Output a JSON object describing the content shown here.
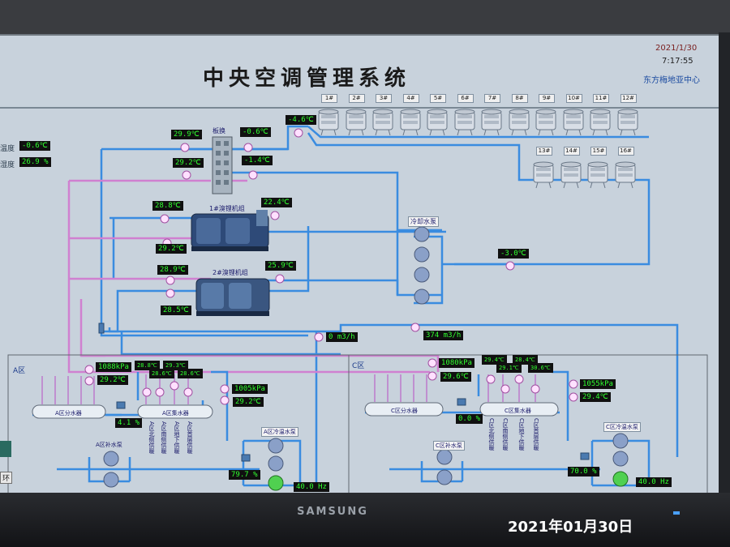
{
  "header": {
    "title": "中央空调管理系统",
    "date": "2021/1/30",
    "time": "7:17:55",
    "org": "东方梅地亚中心"
  },
  "side": {
    "temp_label": "温度",
    "temp_value": "-0.6℃",
    "humidity_label": "湿度",
    "humidity_value": "26.9 %"
  },
  "towers": {
    "row1": [
      "1#",
      "2#",
      "3#",
      "4#",
      "5#",
      "6#",
      "7#",
      "8#",
      "9#",
      "10#",
      "11#",
      "12#"
    ],
    "row2": [
      "13#",
      "14#",
      "15#",
      "16#"
    ]
  },
  "plant": {
    "tower_supply_temp": "-4.6℃",
    "exchanger_label": "板换",
    "hx_in_left": "29.9℃",
    "hx_in_right": "-0.6℃",
    "hx_out_left": "29.2℃",
    "hx_out_right": "-1.4℃",
    "chiller1_label": "1#溴锂机组",
    "chiller1_left": "28.8℃",
    "chiller1_right": "22.4℃",
    "chiller1_bottom": "29.2℃",
    "chiller2_label": "2#溴锂机组",
    "chiller2_left": "28.9℃",
    "chiller2_right": "25.9℃",
    "chiller2_bottom": "28.5℃",
    "cooling_pump_label": "冷却水泵",
    "cooling_return_temp": "-3.0℃",
    "flow_a": "0 m3/h",
    "flow_c": "374 m3/h"
  },
  "zone_a": {
    "label": "A区",
    "pressure_left": "1088kPa",
    "temp_left": "29.2℃",
    "sup_temps": [
      "28.8℃",
      "28.6℃",
      "29.3℃",
      "28.6℃"
    ],
    "pressure_right": "1005kPa",
    "temp_right": "29.2℃",
    "collector_label": "A区分水器",
    "distributor_label": "A区集水器",
    "valve_pct": "4.1 %",
    "makeup_label": "A区补水泵",
    "hot_pump_label": "A区冷温水泵",
    "bypass_pct": "79.7 %",
    "freq": "40.0 Hz",
    "branches": [
      "A区北侧供暖",
      "A区南侧供暖",
      "A区地下供暖",
      "A区首层供暖"
    ]
  },
  "zone_c": {
    "label": "C区",
    "pressure_left": "1080kPa",
    "temp_left": "29.6℃",
    "sup_temps": [
      "29.4℃",
      "29.1℃",
      "28.4℃",
      "30.6℃"
    ],
    "pressure_right": "1055kPa",
    "temp_right": "29.4℃",
    "collector_label": "C区分水器",
    "distributor_label": "C区集水器",
    "valve_pct": "0.0 %",
    "makeup_label": "C区补水泵",
    "hot_pump_label": "C区冷温水泵",
    "bypass_pct": "70.0 %",
    "freq": "40.0 Hz",
    "branches": [
      "C区北侧供暖",
      "C区南侧供暖",
      "C区地下供暖",
      "C区首层供暖"
    ]
  },
  "left_panel": {
    "button": "环"
  },
  "bezel": {
    "brand": "SAMSUNG",
    "photo_date": "2021年01月30日"
  }
}
